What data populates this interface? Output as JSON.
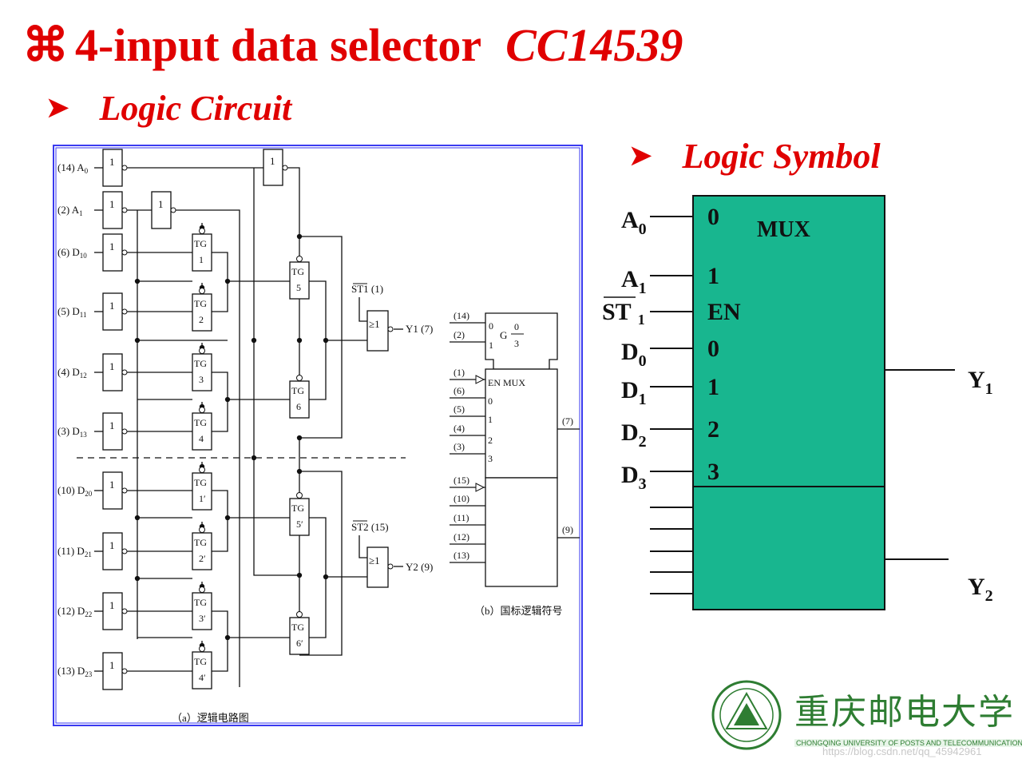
{
  "slide": {
    "title_icon": "⌘",
    "title": "4-input data selector",
    "title_chip": "CC14539",
    "bullet_circuit": "Logic Circuit",
    "bullet_symbol": "Logic Symbol",
    "bullet_icon": "arrowhead-bullet"
  },
  "circuit": {
    "inputs": [
      "(14) A0",
      "(2) A1",
      "(6) D10",
      "(5) D11",
      "(4) D12",
      "(3) D13",
      "(10) D20",
      "(11) D21",
      "(12) D22",
      "(13) D23"
    ],
    "inverter_label": "1",
    "tg_labels": [
      "TG",
      "1",
      "2",
      "3",
      "4",
      "5",
      "6",
      "1′",
      "2′",
      "3′",
      "4′",
      "5′",
      "6′"
    ],
    "st1": "ST1 (1)",
    "st2": "ST2 (15)",
    "nor_label": "≥1",
    "y1": "Y1 (7)",
    "y2": "Y2 (9)",
    "caption_a": "（a）逻辑电路图",
    "caption_b": "（b）国标逻辑符号",
    "gb_pins_left": [
      "(14)",
      "(2)",
      "(1)",
      "(6)",
      "(5)",
      "(4)",
      "(3)",
      "(15)",
      "(10)",
      "(11)",
      "(12)",
      "(13)"
    ],
    "gb_pins_right": [
      "(7)",
      "(9)"
    ],
    "gb_g_label": "G",
    "gb_g_frac": [
      "0",
      "3"
    ],
    "gb_sel_digits": [
      "0",
      "1"
    ],
    "gb_en_mux": "EN MUX",
    "gb_data_digits": [
      "0",
      "1",
      "2",
      "3"
    ]
  },
  "symbol": {
    "fill_color": "#18b68f",
    "mux_label": "MUX",
    "left_pins": [
      "A0",
      "A1",
      "ST 1",
      "D0",
      "D1",
      "D2",
      "D3"
    ],
    "inside_labels": [
      "0",
      "1",
      "EN",
      "0",
      "1",
      "2",
      "3"
    ],
    "outputs": [
      "Y1",
      "Y2"
    ]
  },
  "footer": {
    "university_cn": "重庆邮电大学",
    "university_en": "CHONGQING UNIVERSITY OF POSTS AND TELECOMMUNICATIONS",
    "watermark": "https://blog.csdn.net/qq_45942961"
  }
}
